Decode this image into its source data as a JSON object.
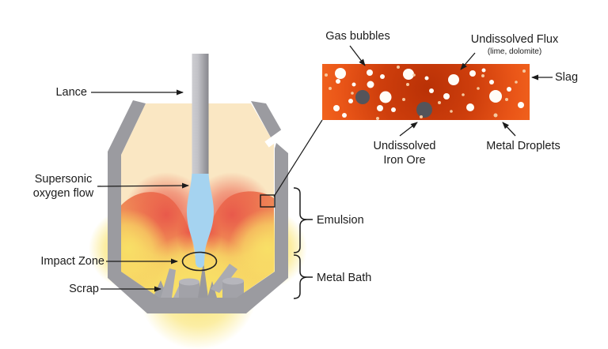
{
  "diagram": {
    "furnace_labels": {
      "lance": "Lance",
      "supersonic_line1": "Supersonic",
      "supersonic_line2": "oxygen flow",
      "impact_zone": "Impact Zone",
      "scrap": "Scrap",
      "emulsion": "Emulsion",
      "metal_bath": "Metal Bath"
    },
    "inset_labels": {
      "gas_bubbles": "Gas bubbles",
      "undissolved_flux": "Undissolved Flux",
      "undissolved_flux_sub": "(lime, dolomite)",
      "slag": "Slag",
      "iron_ore_line1": "Undissolved",
      "iron_ore_line2": "Iron Ore",
      "metal_droplets": "Metal Droplets"
    },
    "colors": {
      "shell_gray": "#9B9BA0",
      "interior_cream": "#FAE7C3",
      "flame_red": "#E85B4E",
      "flame_orange": "#F19C58",
      "flame_yellow": "#F8E067",
      "oxygen_jet_blue": "#A5D3F0",
      "slag_edge_orange": "#F3671F",
      "slag_core_dark_red": "#B93106",
      "iron_ore_dark_gray": "#54545A",
      "metal_droplet_peach": "#F5C9A0",
      "text_black": "#1B1B1B"
    }
  }
}
